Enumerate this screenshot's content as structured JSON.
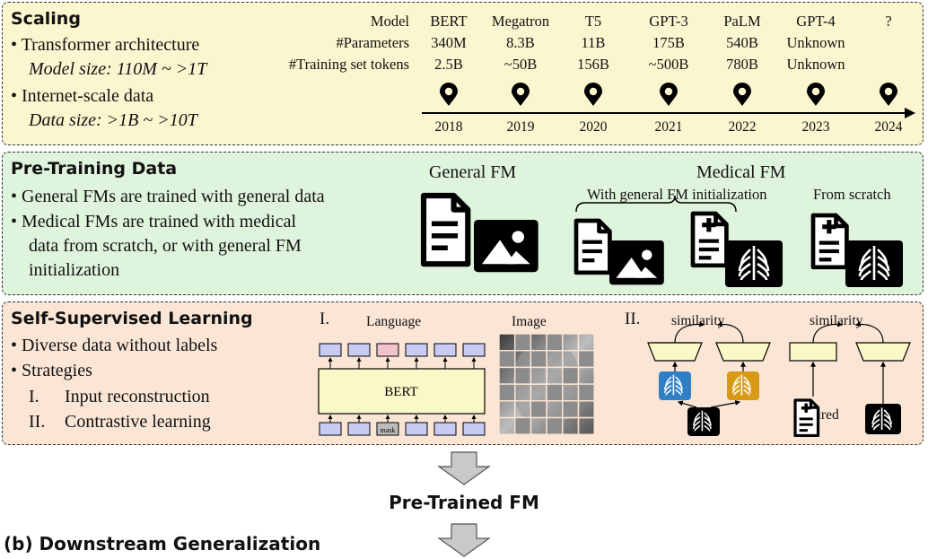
{
  "scaling": {
    "title": "Scaling",
    "bullets": [
      {
        "text": "Transformer architecture",
        "sub": "Model size: 110M ~ >1T"
      },
      {
        "text": "Internet-scale data",
        "sub": "Data size: >1B ~ >10T"
      }
    ],
    "row_labels": [
      "Model",
      "#Parameters",
      "#Training set tokens"
    ],
    "models": [
      {
        "name": "BERT",
        "params": "340M",
        "tokens": "2.5B",
        "year": "2018"
      },
      {
        "name": "Megatron",
        "params": "8.3B",
        "tokens": "~50B",
        "year": "2019"
      },
      {
        "name": "T5",
        "params": "11B",
        "tokens": "156B",
        "year": "2020"
      },
      {
        "name": "GPT-3",
        "params": "175B",
        "tokens": "~500B",
        "year": "2021"
      },
      {
        "name": "PaLM",
        "params": "540B",
        "tokens": "780B",
        "year": "2022"
      },
      {
        "name": "GPT-4",
        "params": "Unknown",
        "tokens": "Unknown",
        "year": "2023"
      },
      {
        "name": "?",
        "params": "",
        "tokens": "",
        "year": "2024"
      }
    ]
  },
  "pretraining_data": {
    "title": "Pre-Training Data",
    "bullets": [
      "General FMs are trained with general data",
      "Medical FMs are trained with medical",
      "data from scratch, or with general FM",
      "initialization"
    ],
    "general_fm": "General FM",
    "medical_fm": "Medical FM",
    "with_init": "With general FM initialization",
    "from_scratch": "From scratch"
  },
  "ssl": {
    "title": "Self-Supervised Learning",
    "bullets": [
      "Diverse data without labels",
      "Strategies"
    ],
    "strategies": [
      {
        "num": "I.",
        "text": "Input reconstruction"
      },
      {
        "num": "II.",
        "text": "Contrastive learning"
      }
    ],
    "part1_num": "I.",
    "language": "Language",
    "image": "Image",
    "bert": "BERT",
    "mask": "mask",
    "part2_num": "II.",
    "similarity_left": "similarity",
    "similarity_right": "similarity",
    "paired": "paired"
  },
  "pretrained_fm": "Pre-Trained FM",
  "section_b": "(b) Downstream Generalization",
  "colors": {
    "scaling_bg": "#fbf6cf",
    "data_bg": "#dff4dc",
    "ssl_bg": "#fbe6d6",
    "token_box": "#c9cbf3",
    "mask_token": "#f1c3cc",
    "encoder_fill": "#fbf8c8",
    "xray_blue": "#2e7fc6",
    "xray_orange": "#d89a16",
    "arrow_gray": "#c9c9c9"
  }
}
